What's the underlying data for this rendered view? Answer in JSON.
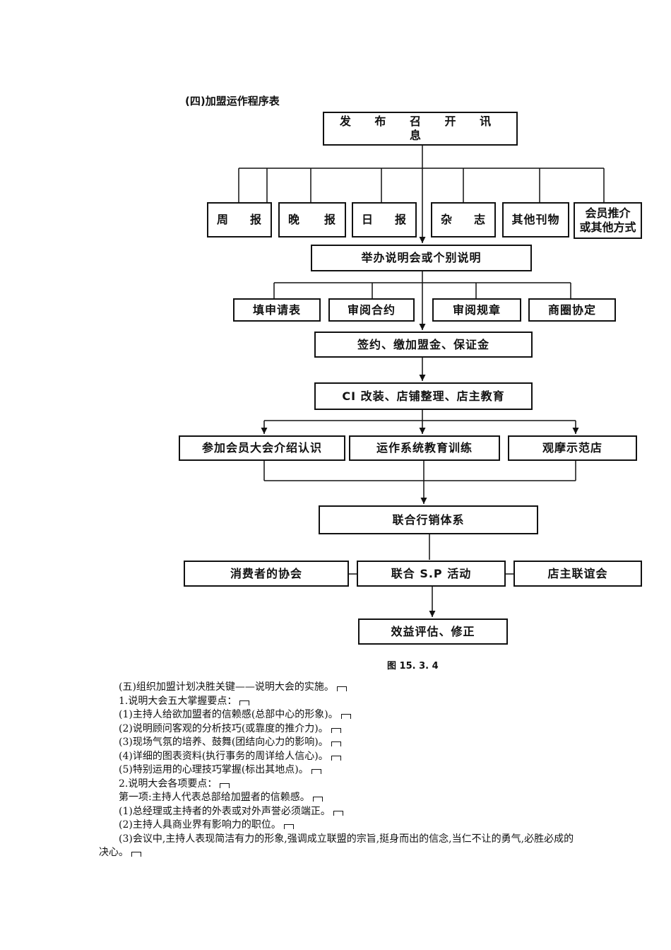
{
  "heading": "(四)加盟运作程序表",
  "caption": "图 15. 3. 4",
  "flow": {
    "announce": "发 布 召 开 讯 息",
    "media": [
      {
        "a": "周",
        "b": "报"
      },
      {
        "a": "晚",
        "b": "报"
      },
      {
        "a": "日",
        "b": "报"
      },
      {
        "a": "杂",
        "b": "志"
      },
      {
        "a": "其他刊物",
        "b": ""
      },
      {
        "a": "会员推介",
        "b": "或其他方式"
      }
    ],
    "briefing": "举办说明会或个别说明",
    "steps": [
      "填申请表",
      "审阅合约",
      "审阅规章",
      "商圈协定"
    ],
    "sign": "签约、缴加盟金、保证金",
    "ci": "CI 改装、店铺整理、店主教育",
    "training": [
      "参加会员大会介绍认识",
      "运作系统教育训练",
      "观摩示范店"
    ],
    "marketing": "联合行销体系",
    "sp": [
      "消费者的协会",
      "联合 S.P 活动",
      "店主联谊会"
    ],
    "evaluate": "效益评估、修正"
  },
  "text": [
    "(五)组织加盟计划决胜关键——说明大会的实施。",
    "1.说明大会五大掌握要点：",
    "(1)主持人给欲加盟者的信赖感(总部中心的形象)。",
    "(2)说明顾问客观的分析技巧(或靠度的推介力)。",
    "(3)现场气氛的培养、鼓舞(团结向心力的影响)。",
    "(4)详细的图表资料(执行事务的周详给人信心)。",
    "(5)特别运用的心理技巧掌握(标出其地点)。",
    "2.说明大会各项要点：",
    "第一项:主持人代表总部给加盟者的信赖感。",
    "(1)总经理或主持者的外表或对外声誉必须端正。",
    "(2)主持人具商业界有影响力的职位。",
    "(3)会议中,主持人表现简洁有力的形象,强调成立联盟的宗旨,挺身而出的信念,当仁不让的勇气,必胜必成的决心。"
  ]
}
